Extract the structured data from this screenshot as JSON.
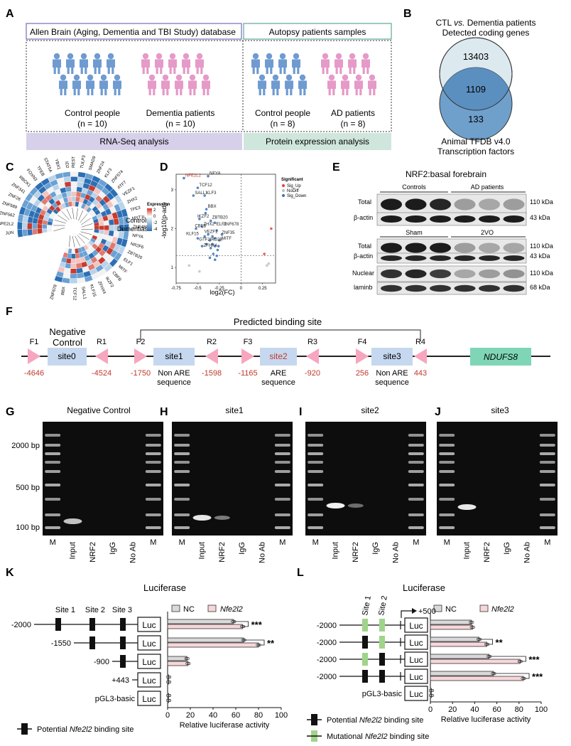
{
  "panels": {
    "a": "A",
    "b": "B",
    "c": "C",
    "d": "D",
    "e": "E",
    "f": "F",
    "g": "G",
    "h": "H",
    "i": "I",
    "j": "J",
    "k": "K",
    "l": "L"
  },
  "panel_a": {
    "db_title": "Allen Brain (Aging, Dementia and TBI Study) database",
    "autopsy_title": "Autopsy patients samples",
    "groups": [
      {
        "label": "Control people",
        "n": "(n = 10)"
      },
      {
        "label": "Dementia patients",
        "n": "(n = 10)"
      },
      {
        "label": "Control people",
        "n": "(n = 8)"
      },
      {
        "label": "AD patients",
        "n": "(n = 8)"
      }
    ],
    "rnaseq": "RNA-Seq analysis",
    "protein": "Protein expression analysis",
    "colors": {
      "control": "#6f9bd1",
      "patient": "#e59ac8",
      "rnaseq_bar": "#d7d0ea",
      "protein_bar": "#cfe6dd"
    }
  },
  "panel_b": {
    "title_line1a": "CTL ",
    "title_vs": "vs.",
    "title_line1b": " Dementia patients",
    "title_line2": "Detected coding genes",
    "top_count": "13403",
    "overlap_count": "1109",
    "bottom_count": "133",
    "bottom_line1": "Animal TFDB v4.0",
    "bottom_line2": "Transcription factors",
    "colors": {
      "top": "#dce9ef",
      "bottom": "#6fa0cc"
    }
  },
  "panel_c": {
    "label_controls": "Controls",
    "label_dementias": "Dementias",
    "legend_title": "Expression",
    "legend_ticks": [
      "2",
      "0",
      "-2",
      "-4"
    ],
    "genes_left": [
      "JUN",
      "NFE2L2",
      "ZNF562",
      "ZNF589",
      "ZNF26",
      "ZNF341",
      "RBCK1",
      "FOXN3",
      "TFEB",
      "STAT5A",
      "YBX1",
      "ID2",
      "REST",
      "TULP3",
      "SMAD9",
      "ZNF24",
      "KLF3",
      "ZNF574"
    ],
    "genes_right": [
      "ATF7",
      "VEZF1",
      "ZHX2",
      "TFE3",
      "MYT1L",
      "ZNF488",
      "NFYA",
      "NR2F6",
      "ZBTB20",
      "ELF1",
      "MITF",
      "CBFB",
      "IKZF2",
      "ZFHX4",
      "KLF15",
      "SALL1",
      "TCF12",
      "BBX",
      "ZNF678"
    ]
  },
  "chart_data": {
    "type": "scatter",
    "title": "",
    "xlabel": "log2(FC)",
    "ylabel": "-log10(p-adj)",
    "xlim": [
      -0.75,
      0.4
    ],
    "ylim": [
      0.6,
      3.4
    ],
    "xticks": [
      -0.75,
      -0.5,
      -0.25,
      0,
      0.25
    ],
    "yticks": [
      1,
      2,
      3
    ],
    "legend_title": "Significant",
    "legend_position": "top-right",
    "series": [
      {
        "name": "Sig_Up",
        "color": "#e8403c",
        "points": [
          [
            0.35,
            2.0
          ],
          [
            0.27,
            1.35
          ]
        ]
      },
      {
        "name": "NoDiff",
        "color": "#bfbfbf",
        "points": [
          [
            -0.6,
            1.05
          ],
          [
            0.3,
            1.05
          ],
          [
            0.32,
            1.1
          ],
          [
            -0.48,
            0.9
          ]
        ]
      },
      {
        "name": "Sig_Down",
        "color": "#3a73b5",
        "points": [
          [
            -0.66,
            3.3
          ],
          [
            -0.38,
            3.35
          ],
          [
            -0.5,
            3.05
          ],
          [
            -0.55,
            2.85
          ],
          [
            -0.42,
            2.85
          ],
          [
            -0.4,
            2.5
          ],
          [
            -0.48,
            2.25
          ],
          [
            -0.52,
            2.0
          ],
          [
            -0.45,
            2.05
          ],
          [
            -0.35,
            2.2
          ],
          [
            -0.3,
            2.15
          ],
          [
            -0.28,
            1.95
          ],
          [
            -0.38,
            1.85
          ],
          [
            -0.42,
            1.8
          ],
          [
            -0.33,
            1.8
          ],
          [
            -0.36,
            1.7
          ],
          [
            -0.3,
            1.75
          ],
          [
            -0.25,
            1.7
          ],
          [
            -0.4,
            1.6
          ],
          [
            -0.35,
            1.5
          ],
          [
            -0.3,
            1.55
          ],
          [
            -0.27,
            1.45
          ],
          [
            -0.32,
            1.35
          ],
          [
            -0.28,
            1.3
          ],
          [
            -0.36,
            1.25
          ],
          [
            -0.3,
            1.2
          ],
          [
            -0.45,
            1.55
          ],
          [
            -0.5,
            1.75
          ],
          [
            -0.41,
            2.4
          ],
          [
            -0.33,
            1.6
          ],
          [
            -0.22,
            1.85
          ],
          [
            -0.26,
            1.55
          ]
        ]
      }
    ],
    "labels": [
      {
        "text": "NFE2L2",
        "x": -0.66,
        "y": 3.3,
        "highlight": true
      },
      {
        "text": "NFYA",
        "x": -0.38,
        "y": 3.35
      },
      {
        "text": "TCF12",
        "x": -0.5,
        "y": 3.05
      },
      {
        "text": "SALL1",
        "x": -0.55,
        "y": 2.85
      },
      {
        "text": "KLF3",
        "x": -0.42,
        "y": 2.85
      },
      {
        "text": "BBX",
        "x": -0.4,
        "y": 2.5
      },
      {
        "text": "IKZF2",
        "x": -0.52,
        "y": 2.25
      },
      {
        "text": "ZBTB20",
        "x": -0.35,
        "y": 2.22
      },
      {
        "text": "CBFB",
        "x": -0.55,
        "y": 2.0
      },
      {
        "text": "ZHX2",
        "x": -0.45,
        "y": 2.05
      },
      {
        "text": "ELF1",
        "x": -0.3,
        "y": 2.05
      },
      {
        "text": "ZNF678",
        "x": -0.22,
        "y": 2.05
      },
      {
        "text": "KLF15",
        "x": -0.65,
        "y": 1.8
      },
      {
        "text": "VEZF1",
        "x": -0.44,
        "y": 1.85
      },
      {
        "text": "ZNF35",
        "x": -0.24,
        "y": 1.83
      },
      {
        "text": "GTF2IRD2B",
        "x": -0.5,
        "y": 1.65
      },
      {
        "text": "MITF",
        "x": -0.24,
        "y": 1.68
      },
      {
        "text": "ZFHX4",
        "x": -0.45,
        "y": 1.5
      }
    ]
  },
  "panel_e": {
    "title": "NRF2:basal forebrain",
    "group1": "Controls",
    "group2": "AD patients",
    "group3": "Sham",
    "group4": "2VO",
    "rows": [
      {
        "label": "Total",
        "kda": "110 kDa"
      },
      {
        "label": "β-actin",
        "kda": "43 kDa"
      },
      {
        "label": "Total",
        "kda": "110 kDa"
      },
      {
        "label": "β-actin",
        "kda": "43 kDa"
      },
      {
        "label": "Nuclear",
        "kda": "110 kDa"
      },
      {
        "label": "laminb",
        "kda": "68 kDa"
      }
    ]
  },
  "panel_f": {
    "predicted": "Predicted binding site",
    "negative_control_1": "Negative",
    "negative_control_2": "Control",
    "sites": [
      {
        "name": "site0",
        "note1": "",
        "note2": "",
        "red": false
      },
      {
        "name": "site1",
        "note1": "Non ARE",
        "note2": "sequence",
        "red": false
      },
      {
        "name": "site2",
        "note1": "ARE",
        "note2": "sequence",
        "red": true
      },
      {
        "name": "site3",
        "note1": "Non ARE",
        "note2": "sequence",
        "red": false
      }
    ],
    "primers": [
      "F1",
      "R1",
      "F2",
      "R2",
      "F3",
      "R3",
      "F4",
      "R4"
    ],
    "positions": [
      "-4646",
      "-4524",
      "-1750",
      "-1598",
      "-1165",
      "-920",
      "256",
      "443"
    ],
    "gene": "NDUFS8",
    "colors": {
      "site": "#c6d8f0",
      "primer": "#f7a6bf",
      "gene": "#7fd6b6",
      "position": "#c0392b"
    }
  },
  "gels": {
    "titles": [
      "Negative Control",
      "site1",
      "site2",
      "site3"
    ],
    "lanes": [
      "M",
      "Input",
      "NRF2",
      "IgG",
      "No Ab",
      "M"
    ],
    "markers": [
      "2000 bp",
      "500 bp",
      "100 bp"
    ],
    "input_intensity": [
      0.75,
      0.9,
      0.95,
      0.9
    ],
    "nrf2_intensity": [
      0,
      0.45,
      0.4,
      0
    ]
  },
  "panel_k": {
    "title": "Luciferase",
    "legend_nc": "NC",
    "legend_nfe": "Nfe2l2",
    "site_labels": [
      "Site 1",
      "Site 2",
      "Site 3"
    ],
    "constructs": [
      "-2000",
      "-1550",
      "-900",
      "+443",
      "pGL3-basic"
    ],
    "luc": "Luc",
    "nc_values": [
      58,
      67,
      17,
      1,
      1
    ],
    "nfe_values": [
      66,
      80,
      18,
      1,
      1
    ],
    "significance": [
      "***",
      "**",
      "",
      "",
      ""
    ],
    "xticks": [
      "0",
      "20",
      "40",
      "60",
      "80",
      "100"
    ],
    "xlabel": "Relative luciferase activity",
    "footnote_pre": "Potential ",
    "footnote_italic": "Nfe2l2",
    "footnote_post": " binding site"
  },
  "panel_l": {
    "title": "Luciferase",
    "legend_nc": "NC",
    "legend_nfe": "Nfe2l2",
    "site_labels": [
      "Site 1",
      "Site 2"
    ],
    "tss": "+500",
    "constructs": [
      "-2000",
      "-2000",
      "-2000",
      "-2000",
      "pGL3-basic"
    ],
    "luc": "Luc",
    "nc_values": [
      37,
      44,
      53,
      57,
      1
    ],
    "nfe_values": [
      38,
      51,
      81,
      84,
      1
    ],
    "significance": [
      "",
      "**",
      "***",
      "***",
      ""
    ],
    "xticks": [
      "0",
      "20",
      "40",
      "60",
      "80",
      "100"
    ],
    "xlabel": "Relative luciferase activity",
    "footnote1_pre": "Potential ",
    "footnote1_italic": "Nfe2l2",
    "footnote1_post": " binding site",
    "footnote2_pre": "Mutational ",
    "footnote2_italic": "Nfe2l2",
    "footnote2_post": " binding site",
    "colors": {
      "nc": "#d9d9d9",
      "nfe": "#f7d6da",
      "mutant": "#9fd48a"
    }
  }
}
